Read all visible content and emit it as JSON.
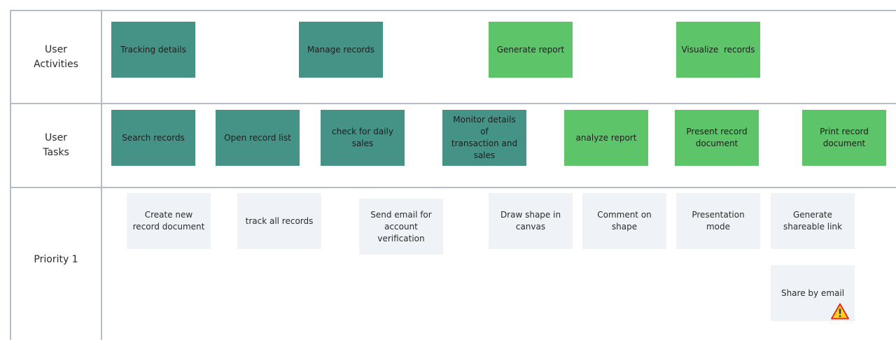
{
  "colors": {
    "activity_teal": "#459387",
    "activity_green": "#5ec46a",
    "story_card": "#eff3f8",
    "grid_line": "#b4bcc9",
    "warning_yellow": "#ffd21e",
    "warning_red": "#e0301e"
  },
  "lanes": {
    "activities": "User\nActivities",
    "tasks": "User\nTasks",
    "priority1": "Priority 1"
  },
  "activities": [
    "Tracking details",
    "Manage records",
    "Generate report",
    "Visualize  records"
  ],
  "tasks": [
    "Search records",
    "Open record list",
    "check for daily\nsales",
    "Monitor details of\ntransaction and\nsales",
    "analyze report",
    "Present record\ndocument",
    "Print record\ndocument"
  ],
  "stories": [
    "Create new\nrecord document",
    "track all records",
    "Send email for\naccount\nverification",
    "Draw shape in\ncanvas",
    "Comment on\nshape",
    "Presentation\nmode",
    "Generate\nshareable link",
    "Share by email"
  ],
  "icons": {
    "warning": "warning-triangle-icon"
  }
}
